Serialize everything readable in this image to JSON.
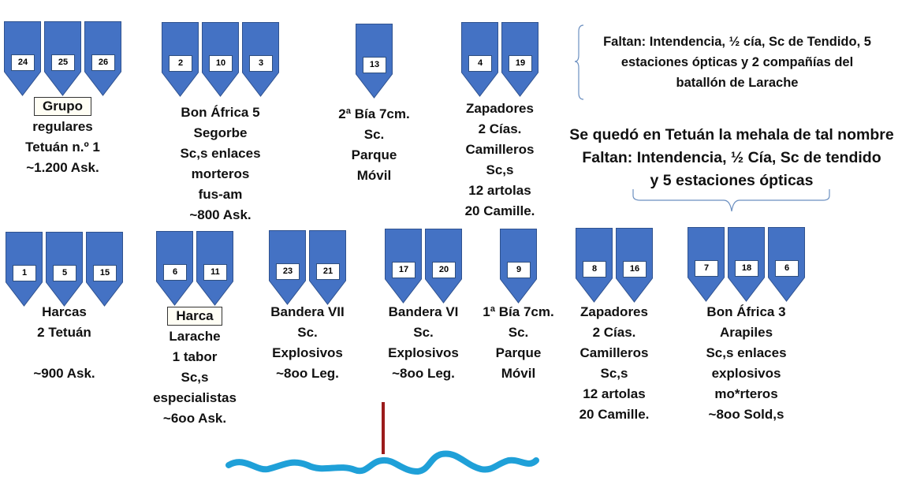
{
  "groups": [
    {
      "id": "regulares-tetuan",
      "numbers": [
        "24",
        "25",
        "26"
      ],
      "box": "Grupo",
      "lines": [
        "regulares",
        "Tetuán n.º 1",
        "~1.200 Ask."
      ]
    },
    {
      "id": "bon-africa-5",
      "numbers": [
        "2",
        "10",
        "3"
      ],
      "lines": [
        "Bon África 5",
        "Segorbe",
        "Sc,s enlaces",
        "morteros",
        "fus-am",
        "~800 Ask."
      ]
    },
    {
      "id": "bia-2",
      "numbers": [
        "13"
      ],
      "lines": [
        "2ª Bía 7cm.",
        "Sc.",
        "Parque",
        "Móvil"
      ]
    },
    {
      "id": "zapadores-top",
      "numbers": [
        "4",
        "19"
      ],
      "lines": [
        "Zapadores",
        "2 Cías.",
        "Camilleros",
        "Sc,s",
        "12 artolas",
        "20 Camille."
      ]
    },
    {
      "id": "harcas-tetuan",
      "numbers": [
        "1",
        "5",
        "15"
      ],
      "lines": [
        "Harcas",
        "2 Tetuán",
        "",
        "~900 Ask."
      ]
    },
    {
      "id": "harca-larache",
      "numbers": [
        "6",
        "11"
      ],
      "box": "Harca",
      "lines": [
        "Larache",
        "1 tabor",
        "Sc,s",
        "especialistas",
        "~6oo Ask."
      ]
    },
    {
      "id": "bandera-vii",
      "numbers": [
        "23",
        "21"
      ],
      "lines": [
        "Bandera VII",
        "Sc.",
        "Explosivos",
        "~8oo  Leg."
      ]
    },
    {
      "id": "bandera-vi",
      "numbers": [
        "17",
        "20"
      ],
      "lines": [
        "Bandera VI",
        "Sc.",
        "Explosivos",
        "~8oo  Leg."
      ]
    },
    {
      "id": "bia-1",
      "numbers": [
        "9"
      ],
      "lines": [
        "1ª Bía 7cm.",
        "Sc.",
        "Parque",
        "Móvil"
      ]
    },
    {
      "id": "zapadores-bottom",
      "numbers": [
        "8",
        "16"
      ],
      "lines": [
        "Zapadores",
        "2 Cías.",
        "Camilleros",
        "Sc,s",
        "12 artolas",
        "20 Camille."
      ]
    },
    {
      "id": "bon-africa-3",
      "numbers": [
        "7",
        "18",
        "6"
      ],
      "lines": [
        "Bon África 3",
        "Arapiles",
        "Sc,s enlaces",
        "explosivos",
        "mo*rteros",
        "~8oo  Sold,s"
      ]
    }
  ],
  "notes": {
    "top": [
      "Faltan: Intendencia, ½ cía, Sc de Tendido, 5",
      "estaciones ópticas y 2 compañías del",
      "batallón de Larache"
    ],
    "middle": [
      "Se quedó en Tetuán la mehala de tal nombre",
      "Faltan: Intendencia, ½ Cía,   Sc de tendido",
      "y 5 estaciones ópticas"
    ]
  },
  "colors": {
    "pennant": "#4472c4",
    "pennant_border": "#2f528f",
    "river": "#1fa0d8",
    "marker": "#9b1b1b"
  }
}
